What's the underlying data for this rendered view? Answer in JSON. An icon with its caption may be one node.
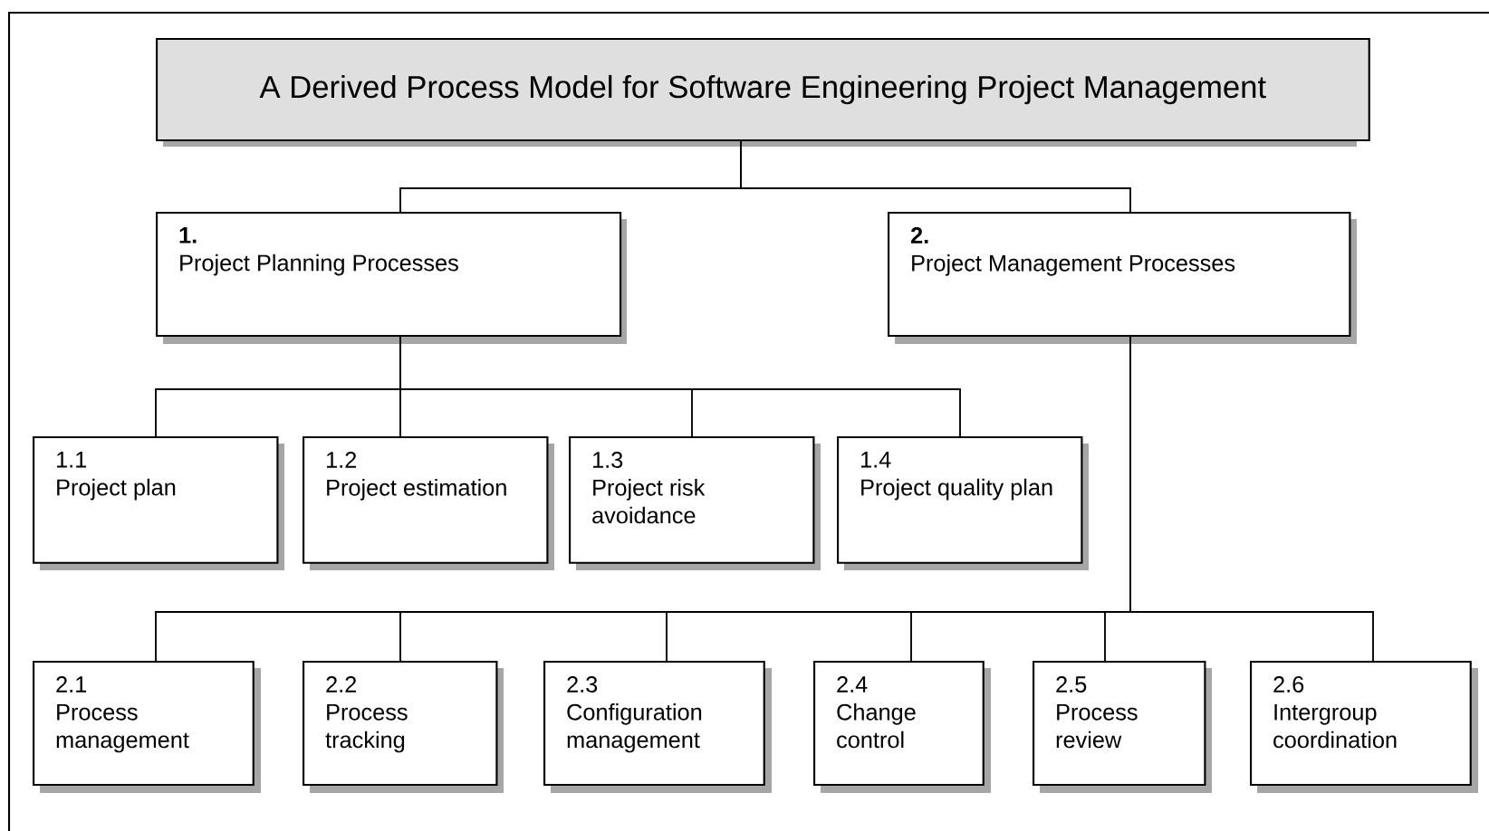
{
  "diagram": {
    "nodes": [
      {
        "text": [
          "A Derived Process Model for Software Engineering Project Management"
        ]
      },
      {
        "text": [
          "1.",
          "Project Planning Processes"
        ]
      },
      {
        "text": [
          "2.",
          "Project Management Processes"
        ]
      },
      {
        "text": [
          "1.1",
          "Project plan"
        ]
      },
      {
        "text": [
          "1.2",
          "Project estimation"
        ]
      },
      {
        "text": [
          "1.3",
          "Project risk avoidance"
        ]
      },
      {
        "text": [
          "1.4",
          "Project quality plan"
        ]
      },
      {
        "text": [
          "2.1",
          "Process management"
        ]
      },
      {
        "text": [
          "2.2",
          "Process tracking"
        ]
      },
      {
        "text": [
          "2.3",
          "Configuration management"
        ]
      },
      {
        "text": [
          "2.4",
          "Change control"
        ]
      },
      {
        "text": [
          "2.5",
          "Process review"
        ]
      },
      {
        "text": [
          "2.6",
          "Intergroup coordination"
        ]
      }
    ],
    "edges": [
      {
        "from": 0,
        "to": 1,
        "arrow": "none"
      },
      {
        "from": 0,
        "to": 2,
        "arrow": "none"
      },
      {
        "from": 1,
        "to": 3,
        "arrow": "none"
      },
      {
        "from": 1,
        "to": 4,
        "arrow": "none"
      },
      {
        "from": 1,
        "to": 5,
        "arrow": "none"
      },
      {
        "from": 1,
        "to": 6,
        "arrow": "none"
      },
      {
        "from": 2,
        "to": 7,
        "arrow": "none"
      },
      {
        "from": 2,
        "to": 8,
        "arrow": "none"
      },
      {
        "from": 2,
        "to": 9,
        "arrow": "none"
      },
      {
        "from": 2,
        "to": 10,
        "arrow": "none"
      },
      {
        "from": 2,
        "to": 11,
        "arrow": "none"
      },
      {
        "from": 2,
        "to": 12,
        "arrow": "none"
      }
    ]
  }
}
